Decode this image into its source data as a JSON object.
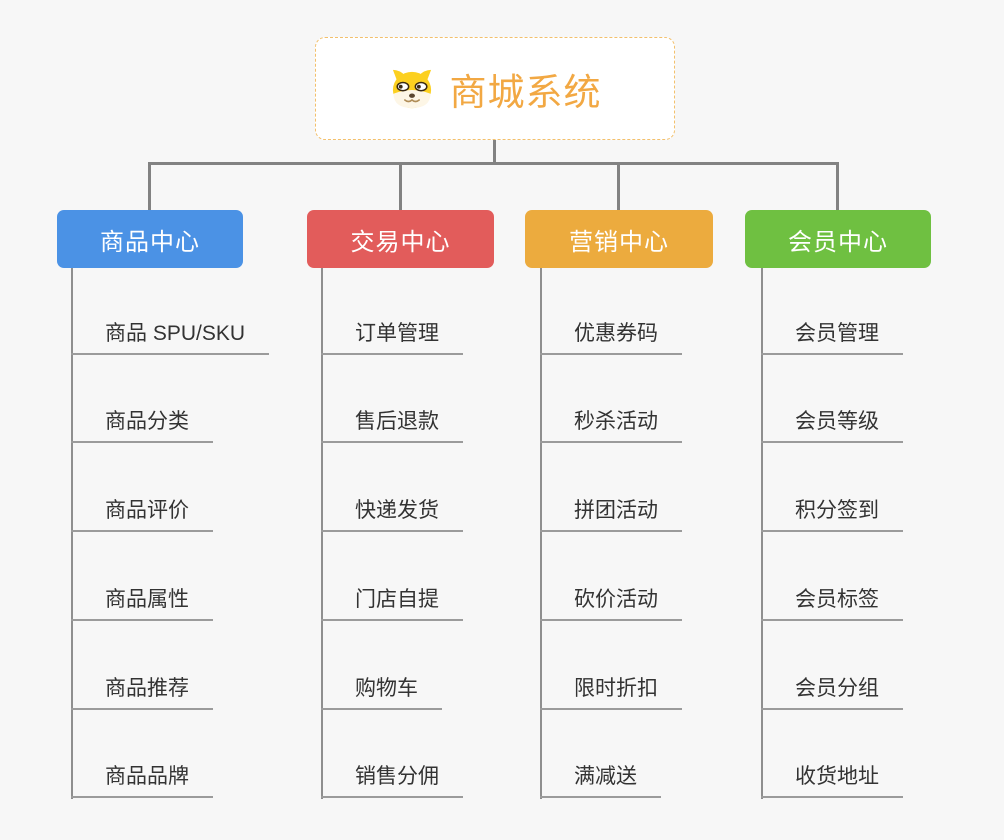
{
  "root": {
    "title": "商城系统",
    "icon": "dog-icon"
  },
  "branches": [
    {
      "label": "商品中心",
      "color": "#4b92e5",
      "items": [
        "商品 SPU/SKU",
        "商品分类",
        "商品评价",
        "商品属性",
        "商品推荐",
        "商品品牌"
      ]
    },
    {
      "label": "交易中心",
      "color": "#e25c5b",
      "items": [
        "订单管理",
        "售后退款",
        "快递发货",
        "门店自提",
        "购物车",
        "销售分佣"
      ]
    },
    {
      "label": "营销中心",
      "color": "#ecab3e",
      "items": [
        "优惠券码",
        "秒杀活动",
        "拼团活动",
        "砍价活动",
        "限时折扣",
        "满减送"
      ]
    },
    {
      "label": "会员中心",
      "color": "#6fc041",
      "items": [
        "会员管理",
        "会员等级",
        "积分签到",
        "会员标签",
        "会员分组",
        "收货地址"
      ]
    }
  ],
  "colors": {
    "background": "#f7f7f7",
    "root_accent": "#f2a843",
    "root_border": "#f3c06c",
    "connector": "#828282",
    "leaf_underline": "#9b9b9b",
    "leaf_text": "#333333"
  }
}
